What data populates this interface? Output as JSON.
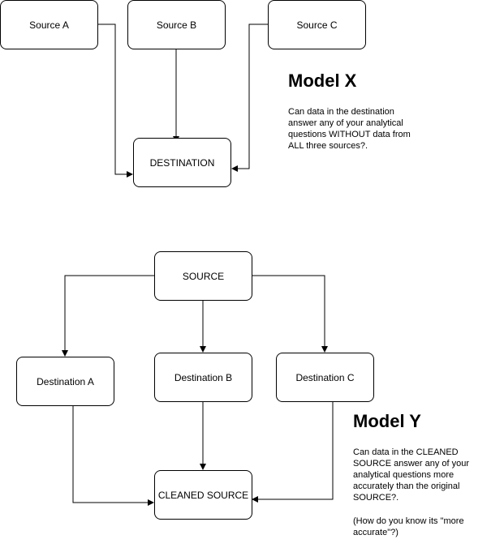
{
  "model_x": {
    "title": "Model X",
    "question": "Can data in the destination\nanswer any of your analytical\nquestions WITHOUT data from\nALL three sources?.",
    "nodes": {
      "source_a": "Source A",
      "source_b": "Source B",
      "source_c": "Source C",
      "destination": "DESTINATION"
    }
  },
  "model_y": {
    "title": "Model Y",
    "question": "Can data in the CLEANED\nSOURCE answer any of your\nanalytical questions more\naccurately than the original\nSOURCE?.",
    "note": "(How do you know its \"more\naccurate\"?)",
    "nodes": {
      "source": "SOURCE",
      "destination_a": "Destination A",
      "destination_b": "Destination B",
      "destination_c": "Destination C",
      "cleaned_source": "CLEANED SOURCE"
    }
  }
}
